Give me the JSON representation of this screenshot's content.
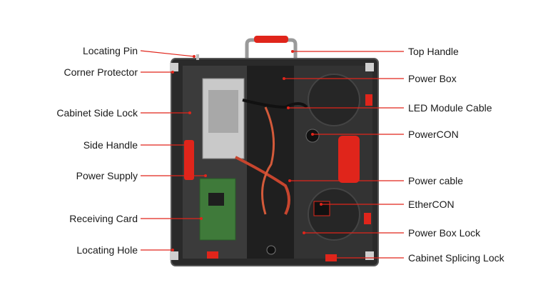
{
  "accent_color": "#e0251b",
  "left_labels": [
    {
      "text": "Locating Pin"
    },
    {
      "text": "Corner Protector"
    },
    {
      "text": "Cabinet Side Lock"
    },
    {
      "text": "Side Handle"
    },
    {
      "text": "Power Supply"
    },
    {
      "text": "Receiving Card"
    },
    {
      "text": "Locating Hole"
    }
  ],
  "right_labels": [
    {
      "text": "Top Handle"
    },
    {
      "text": "Power Box"
    },
    {
      "text": "LED Module Cable"
    },
    {
      "text": "PowerCON"
    },
    {
      "text": "Power cable"
    },
    {
      "text": "EtherCON"
    },
    {
      "text": "Power Box Lock"
    },
    {
      "text": "Cabinet Splicing Lock"
    }
  ]
}
